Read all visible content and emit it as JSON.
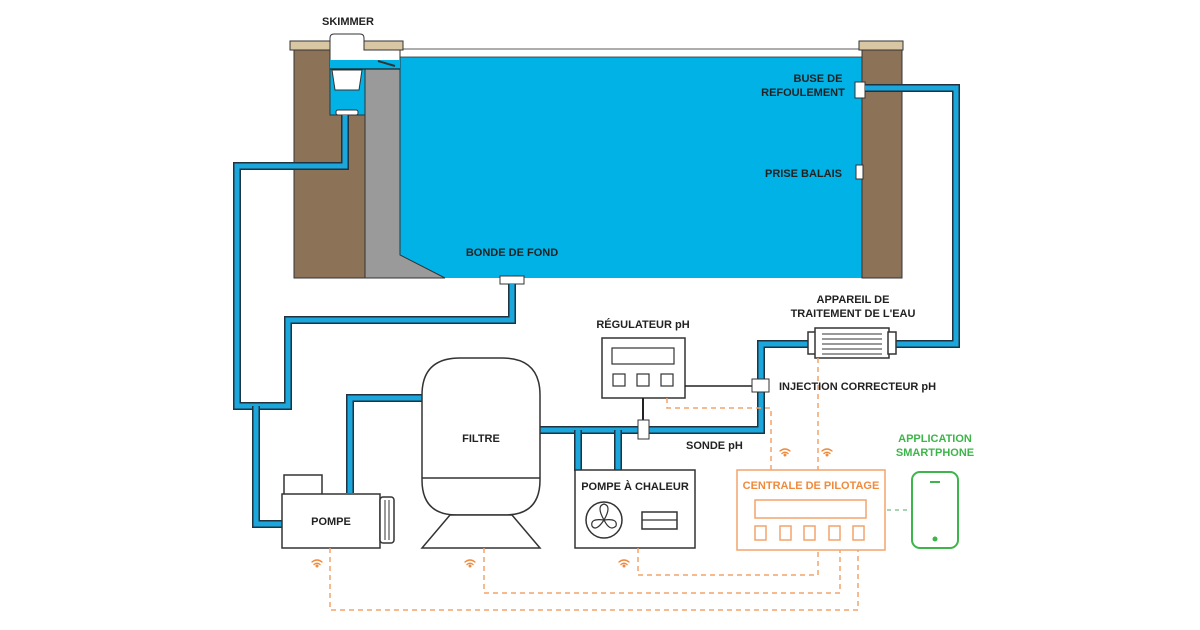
{
  "labels": {
    "skimmer": "SKIMMER",
    "buse_1": "BUSE DE",
    "buse_2": "REFOULEMENT",
    "prise_balais": "PRISE BALAIS",
    "bonde": "BONDE DE FOND",
    "appareil_1": "APPAREIL DE",
    "appareil_2": "TRAITEMENT DE L'EAU",
    "regulateur": "RÉGULATEUR pH",
    "injection": "INJECTION CORRECTEUR pH",
    "sonde": "SONDE pH",
    "filtre": "FILTRE",
    "pompe": "POMPE",
    "pompe_chaleur": "POMPE À CHALEUR",
    "centrale": "CENTRALE DE PILOTAGE",
    "app_1": "APPLICATION",
    "app_2": "SMARTPHONE"
  },
  "colors": {
    "water": "#00b2e6",
    "pipe": "#1ba6dc",
    "wall": "#8c7256",
    "coping": "#d9c7a4",
    "control": "#f08a3c",
    "smartphone": "#3db54a"
  },
  "icons": [
    "wifi-icon",
    "fan-icon",
    "smartphone-icon"
  ]
}
